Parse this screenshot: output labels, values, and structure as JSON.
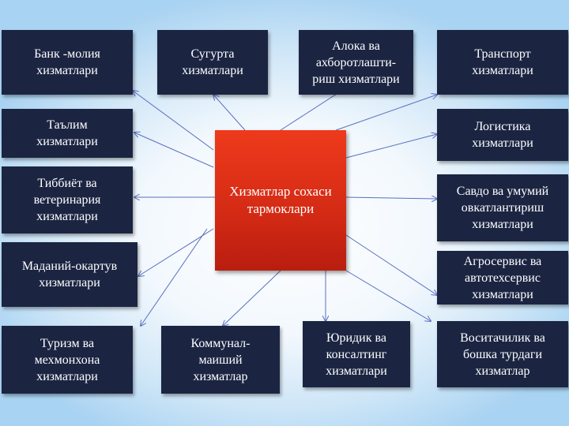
{
  "center": {
    "label": "Хизматлар сохаси\nтармоклари"
  },
  "branches": [
    {
      "label": "Банк -молия\nхизматлари"
    },
    {
      "label": "Сугурта\nхизматлари"
    },
    {
      "label": "Алока ва\nахборотлашти-\nриш хизматлари"
    },
    {
      "label": "Транспорт\nхизматлари"
    },
    {
      "label": "Таълим\nхизматлари"
    },
    {
      "label": "Логистика\nхизматлари"
    },
    {
      "label": "Тиббиёт ва\nветеринария\nхизматлари"
    },
    {
      "label": "Савдо ва умумий\nовкатлантириш\nхизматлари"
    },
    {
      "label": "Маданий-окартув\nхизматлари"
    },
    {
      "label": "Агросервис ва\nавтотехсервис\nхизматлари"
    },
    {
      "label": "Туризм ва\nмехмонхона\nхизматлари"
    },
    {
      "label": "Коммунал-\nмаиший\nхизматлар"
    },
    {
      "label": "Юридик ва\nконсалтинг\nхизматлари"
    },
    {
      "label": "Воситачилик ва\nбошка турдаги\nхизматлар"
    }
  ],
  "colors": {
    "box": "#1b2542",
    "center": "#d32a14",
    "arrow": "#5a6fc0"
  }
}
